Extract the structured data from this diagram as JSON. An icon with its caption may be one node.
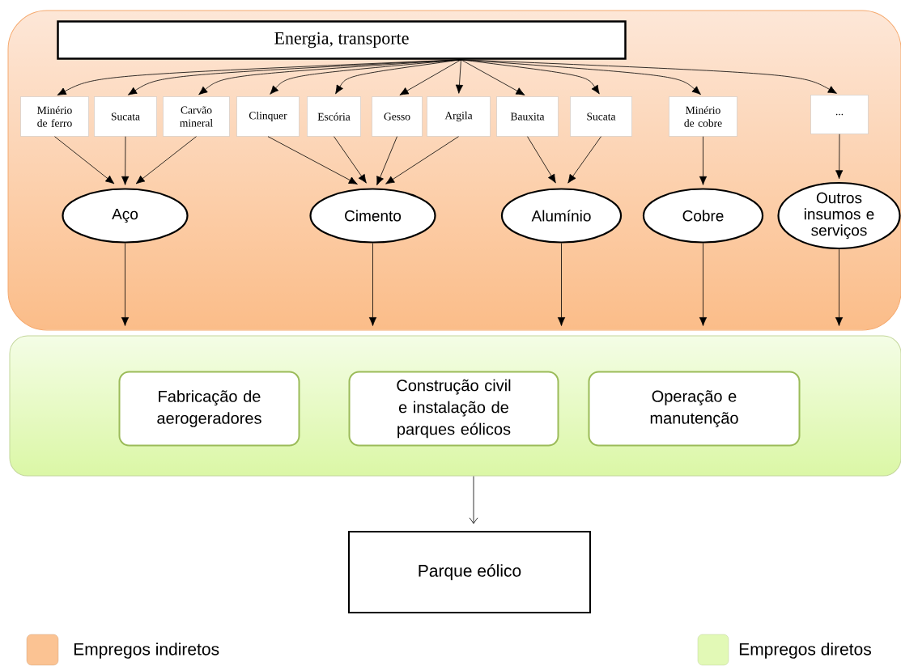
{
  "diagram": {
    "nodes": [
      {
        "text": [],
        "shape": "box"
      },
      {
        "text": [
          "Energia, transporte"
        ],
        "in": 0
      },
      {
        "text": [
          "Minério de ferro"
        ],
        "in": 0
      },
      {
        "text": [
          "Sucata"
        ],
        "in": 0
      },
      {
        "text": [
          "Carvão mineral"
        ],
        "in": 0
      },
      {
        "text": [
          "Clinquer"
        ],
        "in": 0
      },
      {
        "text": [
          "Escória"
        ],
        "in": 0
      },
      {
        "text": [
          "Gesso"
        ],
        "in": 0
      },
      {
        "text": [
          "Argila"
        ],
        "in": 0
      },
      {
        "text": [
          "Bauxita"
        ],
        "in": 0
      },
      {
        "text": [
          "Sucata"
        ],
        "in": 0
      },
      {
        "text": [
          "Minério de cobre"
        ],
        "in": 0
      },
      {
        "text": [
          "..."
        ],
        "in": 0
      },
      {
        "text": [
          "Aço"
        ],
        "in": 0
      },
      {
        "text": [
          "Cimento"
        ],
        "in": 0
      },
      {
        "text": [
          "Alumínio"
        ],
        "in": 0
      },
      {
        "text": [
          "Cobre"
        ],
        "in": 0
      },
      {
        "text": [
          "Outros insumos e serviços"
        ],
        "in": 0
      },
      {
        "text": [],
        "shape": "box"
      },
      {
        "text": [
          "Fabricação de aerogeradores"
        ],
        "in": 18
      },
      {
        "text": [
          "Construção civil e instalação de parques eólicos"
        ],
        "in": 18
      },
      {
        "text": [
          "Operação e manutenção"
        ],
        "in": 18
      },
      {
        "text": [
          "Parque eólico"
        ]
      }
    ],
    "edges": [
      {
        "from": 1,
        "to": 2,
        "arrow": "to"
      },
      {
        "from": 1,
        "to": 3,
        "arrow": "to"
      },
      {
        "from": 1,
        "to": 4,
        "arrow": "to"
      },
      {
        "from": 1,
        "to": 5,
        "arrow": "to"
      },
      {
        "from": 1,
        "to": 6,
        "arrow": "to"
      },
      {
        "from": 1,
        "to": 7,
        "arrow": "to"
      },
      {
        "from": 1,
        "to": 8,
        "arrow": "to"
      },
      {
        "from": 1,
        "to": 9,
        "arrow": "to"
      },
      {
        "from": 1,
        "to": 10,
        "arrow": "to"
      },
      {
        "from": 1,
        "to": 11,
        "arrow": "to"
      },
      {
        "from": 1,
        "to": 12,
        "arrow": "to"
      },
      {
        "from": 2,
        "to": 13,
        "arrow": "to"
      },
      {
        "from": 3,
        "to": 13,
        "arrow": "to"
      },
      {
        "from": 4,
        "to": 13,
        "arrow": "to"
      },
      {
        "from": 5,
        "to": 14,
        "arrow": "to"
      },
      {
        "from": 6,
        "to": 14,
        "arrow": "to"
      },
      {
        "from": 7,
        "to": 14,
        "arrow": "to"
      },
      {
        "from": 8,
        "to": 14,
        "arrow": "to"
      },
      {
        "from": 9,
        "to": 15,
        "arrow": "to"
      },
      {
        "from": 10,
        "to": 15,
        "arrow": "to"
      },
      {
        "from": 11,
        "to": 16,
        "arrow": "to"
      },
      {
        "from": 12,
        "to": 17,
        "arrow": "to"
      },
      {
        "from": 13,
        "to": 18,
        "arrow": "to"
      },
      {
        "from": 14,
        "to": 18,
        "arrow": "to"
      },
      {
        "from": 15,
        "to": 18,
        "arrow": "to"
      },
      {
        "from": 16,
        "to": 18,
        "arrow": "to"
      },
      {
        "from": 17,
        "to": 18,
        "arrow": "to"
      },
      {
        "from": 18,
        "to": 22,
        "arrow": "to"
      }
    ],
    "legend": [
      {
        "text": "Empregos indiretos",
        "color": "#fbc393"
      },
      {
        "text": "Empregos diretos",
        "color": "#e2f9b6"
      }
    ]
  }
}
